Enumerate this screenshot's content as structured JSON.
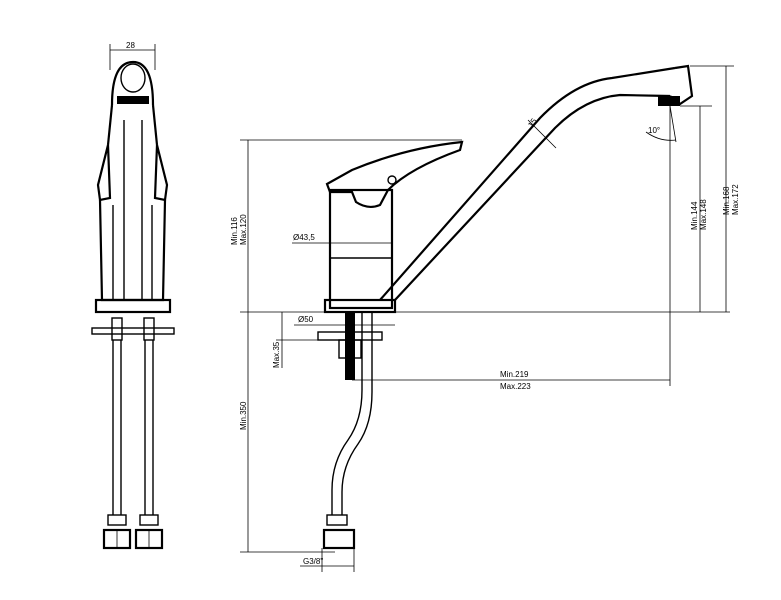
{
  "labels": {
    "width_top": "28",
    "spout_diameter": "15",
    "aerator_angle": "10°",
    "height_min_116": "Min.116",
    "height_max_120": "Max.120",
    "body_diameter": "Ø43,5",
    "base_diameter": "Ø50",
    "thickness_max_35": "Max.35",
    "hose_min_350": "Min.350",
    "reach_min_219": "Min.219",
    "reach_max_223": "Max.223",
    "outlet_min_144": "Min.144",
    "outlet_max_148": "Max.148",
    "total_min_168": "Min.168",
    "total_max_172": "Max.172",
    "thread": "G3/8\""
  }
}
